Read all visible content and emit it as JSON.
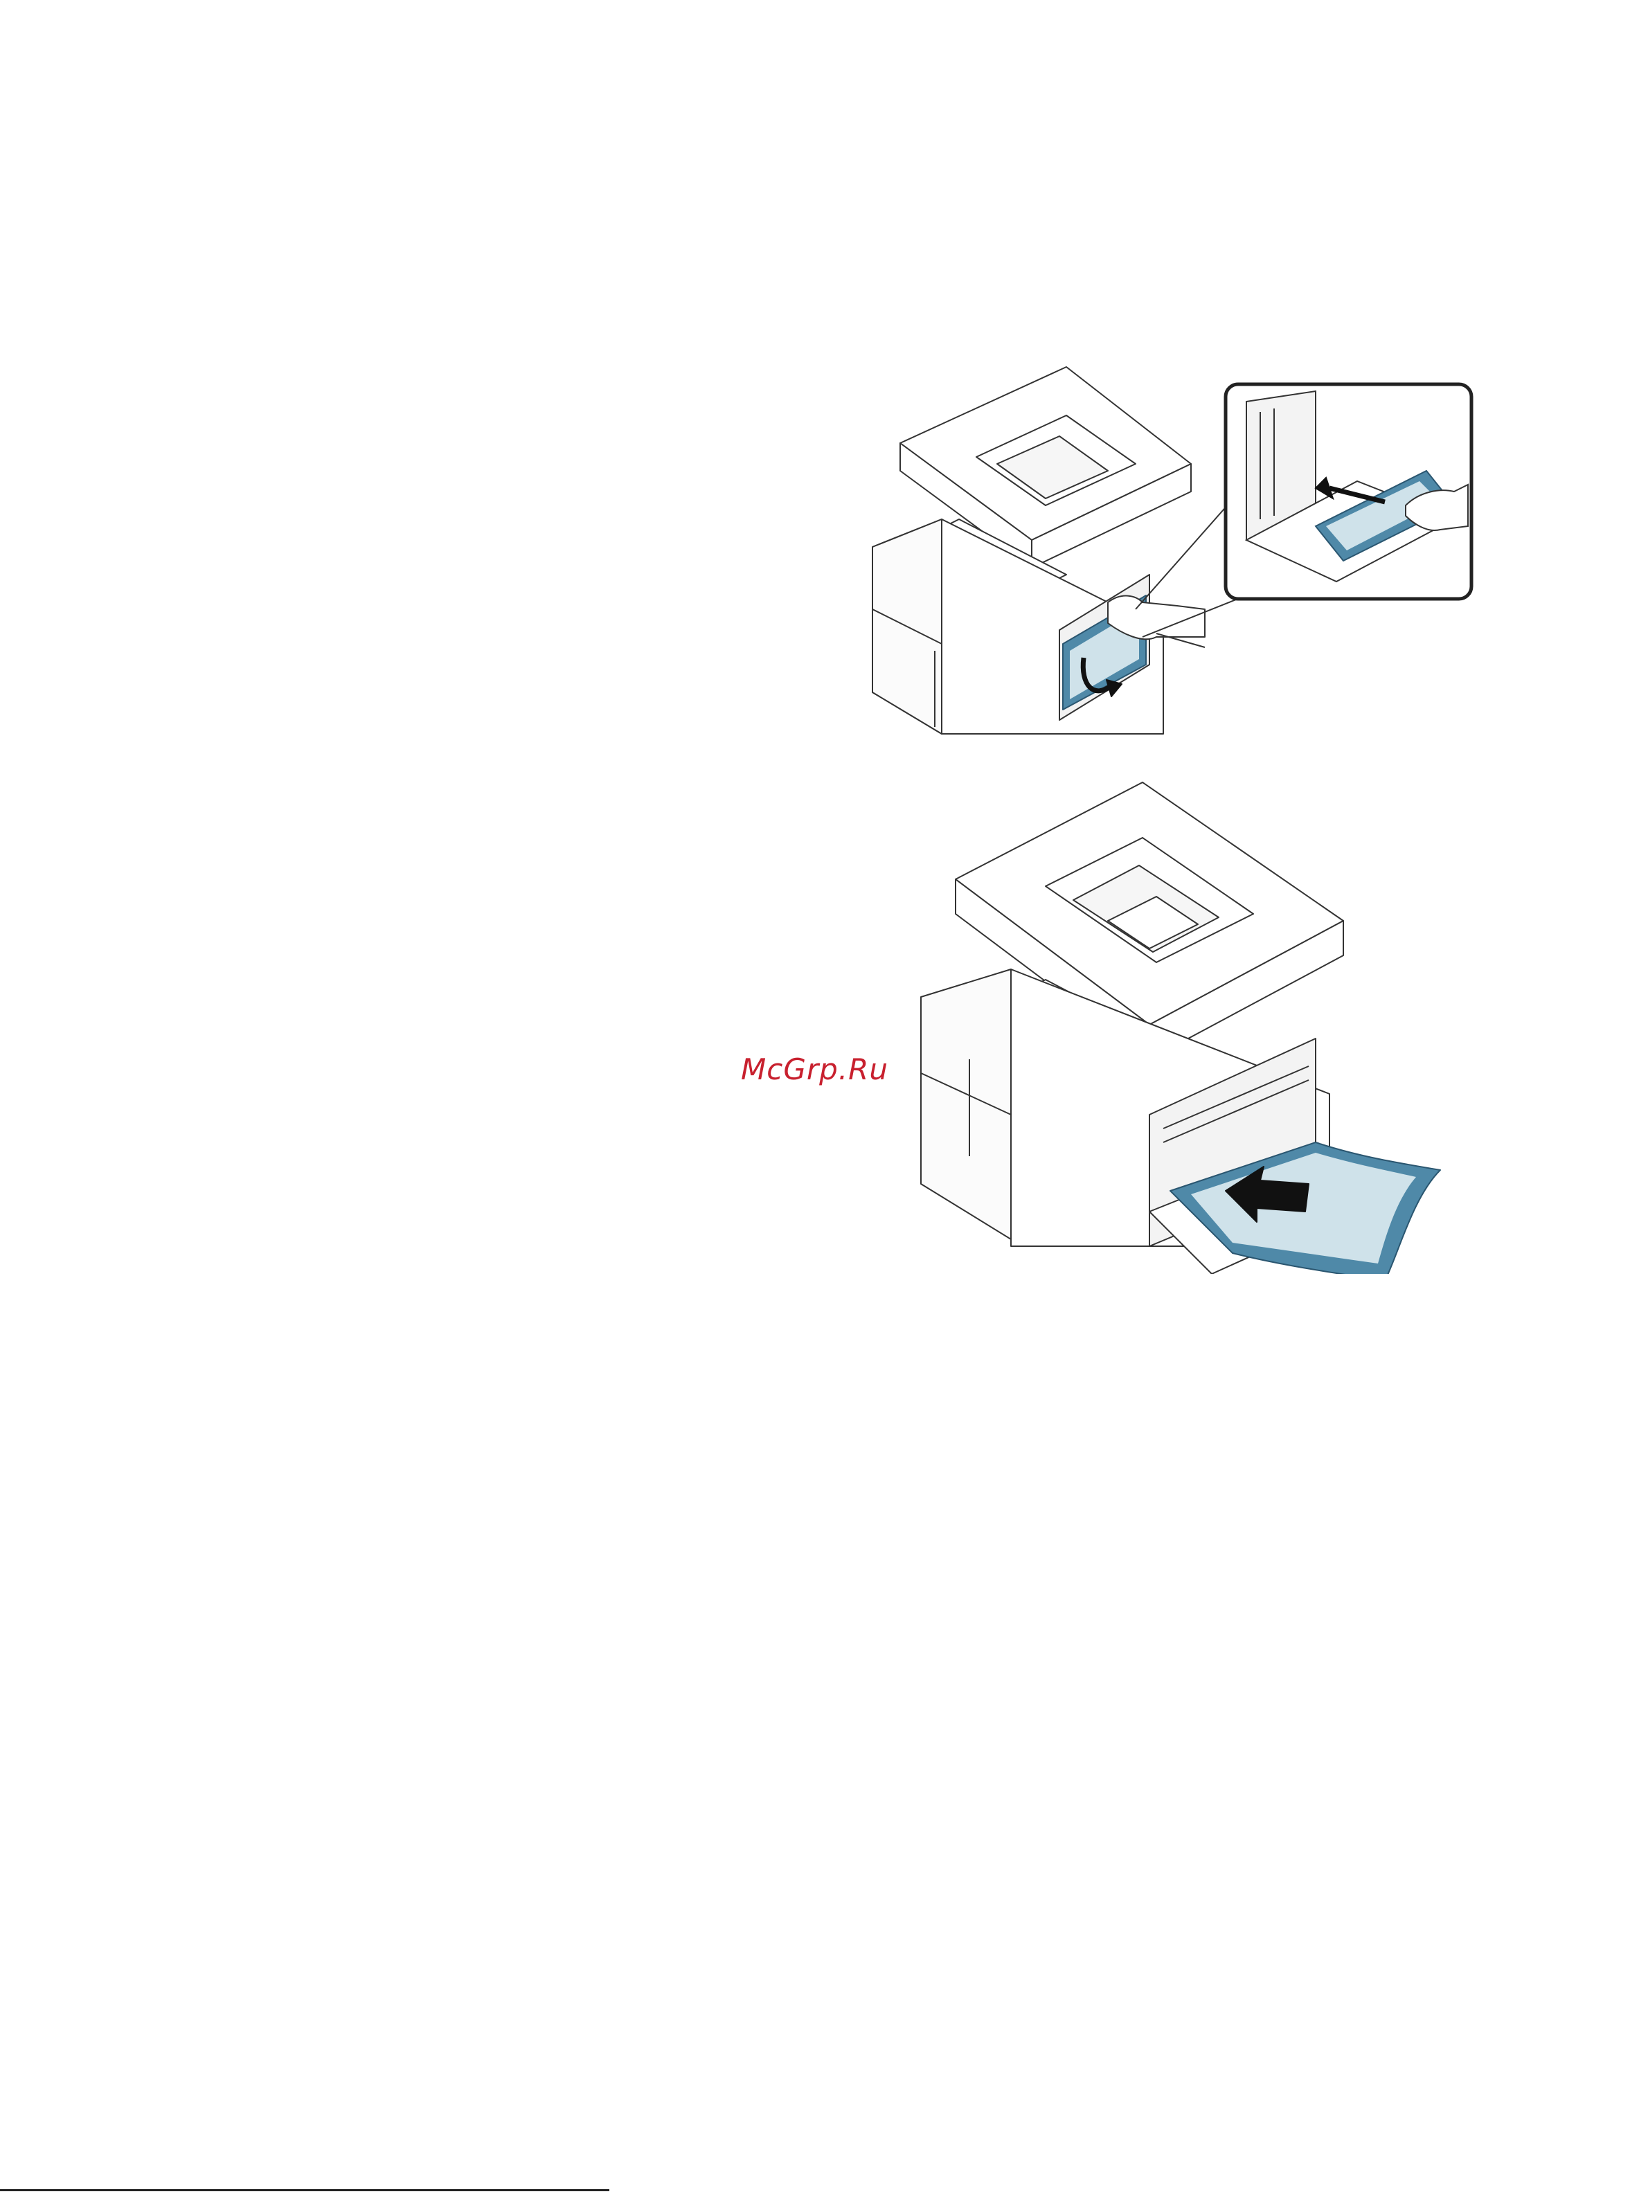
{
  "watermark": {
    "text": "McGrp.Ru",
    "color": "#c8202e"
  },
  "colors": {
    "line": "#333333",
    "highlight_blue": "#4f89a8",
    "highlight_light": "#cfe2ea",
    "footer_rule": "#222222"
  },
  "figures": [
    {
      "name": "open-manual-feeder-tray",
      "icon": "printer-open-tray-illustration"
    },
    {
      "name": "insert-paper-manual-feeder",
      "icon": "printer-insert-paper-illustration"
    }
  ]
}
